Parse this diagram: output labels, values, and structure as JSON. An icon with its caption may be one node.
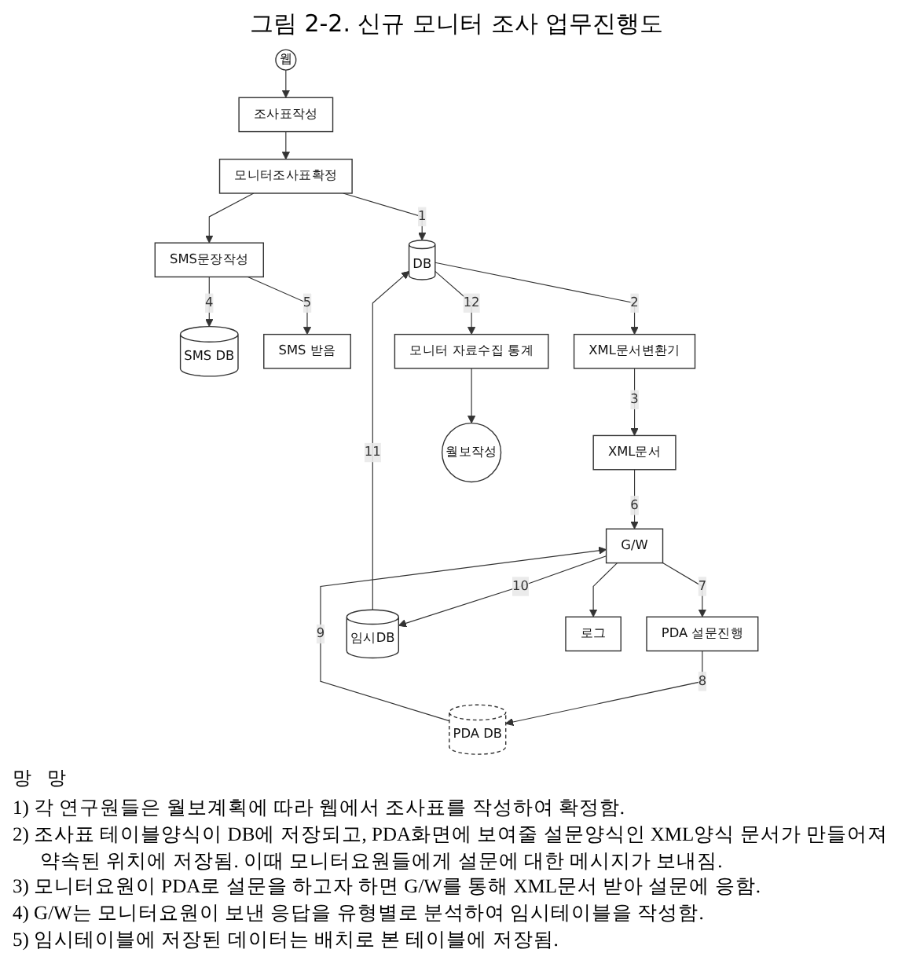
{
  "diagram": {
    "title": "그림 2-2. 신규 모니터 조사 업무진행도",
    "nodes": [
      {
        "text": [
          "웹"
        ]
      },
      {
        "text": [
          "조사표작성"
        ]
      },
      {
        "text": [
          "모니터조사표확정"
        ]
      },
      {
        "text": [
          "SMS문장작성"
        ]
      },
      {
        "text": [
          "SMS DB"
        ]
      },
      {
        "text": [
          "SMS 받음"
        ]
      },
      {
        "text": [
          "XML문서변환기"
        ]
      },
      {
        "text": [
          "XML문서"
        ]
      },
      {
        "text": [
          "DB"
        ]
      },
      {
        "text": [
          "PDA 설문진행"
        ]
      },
      {
        "text": [
          "G/W"
        ]
      },
      {
        "text": [
          "PDA DB"
        ]
      },
      {
        "text": [
          "임시DB"
        ]
      },
      {
        "text": [
          "모니터 자료수집 통계"
        ]
      },
      {
        "text": [
          "월보작성"
        ]
      },
      {
        "text": [
          "로그"
        ]
      }
    ],
    "edges": [
      {
        "from": 0,
        "to": 1,
        "arrow": "to"
      },
      {
        "from": 1,
        "to": 2,
        "arrow": "to"
      },
      {
        "from": 2,
        "to": 3,
        "arrow": "to"
      },
      {
        "from": 2,
        "to": 8,
        "arrow": "to",
        "label": "1"
      },
      {
        "from": 3,
        "to": 5,
        "arrow": "to",
        "label": "5"
      },
      {
        "from": 3,
        "to": 4,
        "arrow": "to",
        "label": "4"
      },
      {
        "from": 8,
        "to": 6,
        "arrow": "to",
        "label": "2"
      },
      {
        "from": 6,
        "to": 7,
        "arrow": "to",
        "label": "3"
      },
      {
        "from": 7,
        "to": 10,
        "arrow": "to",
        "label": "6"
      },
      {
        "from": 10,
        "to": 9,
        "arrow": "to",
        "label": "7"
      },
      {
        "from": 9,
        "to": 11,
        "arrow": "to",
        "label": "8"
      },
      {
        "from": 11,
        "to": 10,
        "arrow": "to",
        "label": "9"
      },
      {
        "from": 10,
        "to": 12,
        "arrow": "to",
        "label": "10"
      },
      {
        "from": 10,
        "to": 15,
        "arrow": "to"
      },
      {
        "from": 12,
        "to": 8,
        "arrow": "to",
        "label": "11"
      },
      {
        "from": 8,
        "to": 13,
        "arrow": "to",
        "label": "12"
      },
      {
        "from": 13,
        "to": 14,
        "arrow": "to"
      }
    ],
    "labels": [
      "망",
      "망",
      "1) 각 연구원들은 월보계획에 따라 웹에서 조사표를 작성하여 확정함.",
      "2) 조사표 테이블양식이 DB에 저장되고, PDA화면에 보여줄 설문양식인 XML양식 문서가 만들어져 약속된 위치에 저장됨. 이때 모니터요원들에게 설문에 대한 메시지가 보내짐.",
      "3) 모니터요원이 PDA로 설문을 하고자 하면 G/W를 통해 XML문서 받아 설문에 응함.",
      "4) G/W는 모니터요원이 보낸 응답을 유형별로 분석하여 임시테이블을 작성함.",
      "5) 임시테이블에 저장된 데이터는 배치로 본 테이블에 저장됨."
    ]
  }
}
